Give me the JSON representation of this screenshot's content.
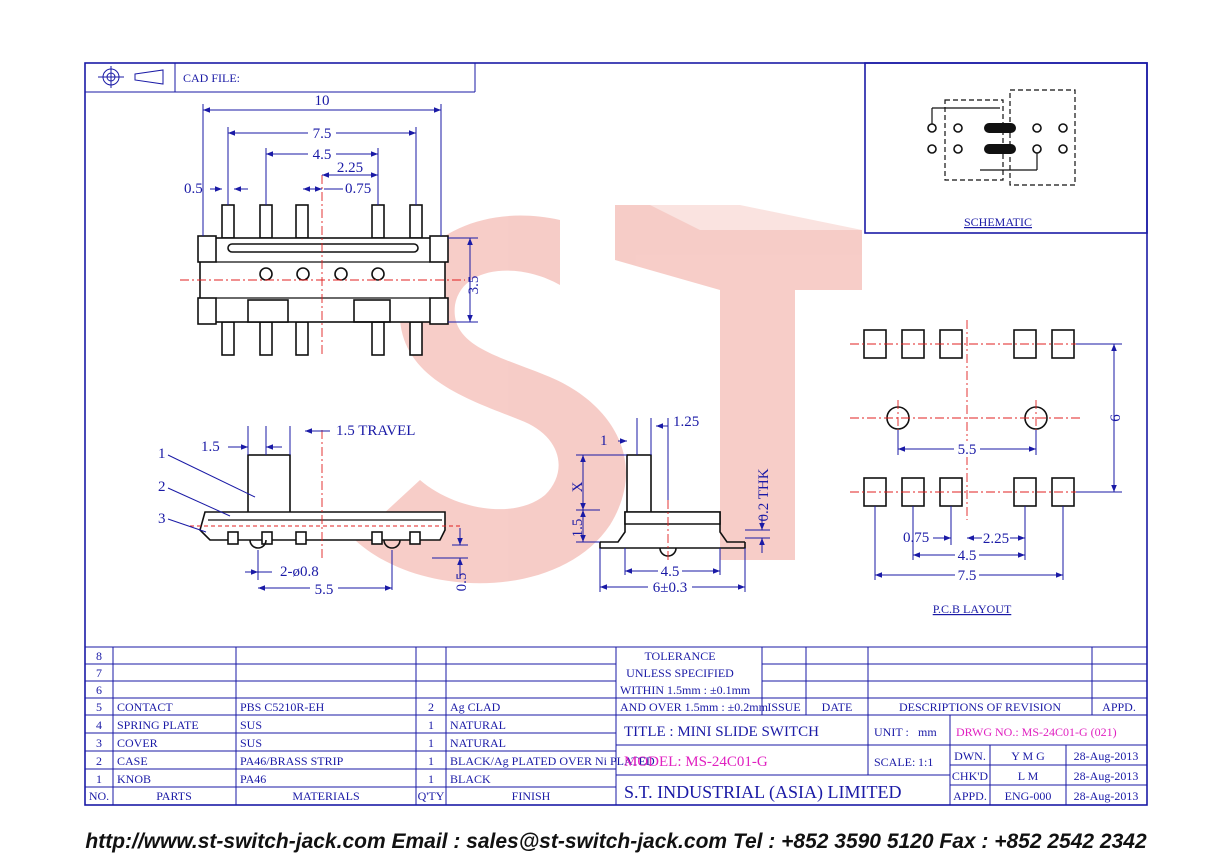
{
  "header": {
    "cad_file_label": "CAD FILE:"
  },
  "watermark": {
    "text": "ST"
  },
  "dimensions": {
    "top_width_10": "10",
    "top_7_5": "7.5",
    "top_4_5": "4.5",
    "top_2_25": "2.25",
    "top_0_75": "0.75",
    "top_0_5": "0.5",
    "top_height_3_5": "3.5",
    "side_1_5": "1.5",
    "side_travel": "1.5  TRAVEL",
    "side_hole": "2-ø0.8",
    "side_5_5": "5.5",
    "side_0_5": "0.5",
    "end_1_25": "1.25",
    "end_1": "1",
    "end_x": "X",
    "end_1_5": "1.5",
    "end_thk": "0.2  THK",
    "end_4_5": "4.5",
    "end_6": "6±0.3",
    "pcb_5_5": "5.5",
    "pcb_6": "6",
    "pcb_0_75": "0.75",
    "pcb_2_25": "2.25",
    "pcb_4_5": "4.5",
    "pcb_7_5": "7.5"
  },
  "callouts": [
    "1",
    "2",
    "3"
  ],
  "labels": {
    "schematic": "SCHEMATIC",
    "pcb_layout": "P.C.B  LAYOUT"
  },
  "bom": {
    "headers": {
      "no": "NO.",
      "parts": "PARTS",
      "materials": "MATERIALS",
      "qty": "Q'TY",
      "finish": "FINISH"
    },
    "rows": [
      {
        "no": "8",
        "part": "",
        "material": "",
        "qty": "",
        "finish": ""
      },
      {
        "no": "7",
        "part": "",
        "material": "",
        "qty": "",
        "finish": ""
      },
      {
        "no": "6",
        "part": "",
        "material": "",
        "qty": "",
        "finish": ""
      },
      {
        "no": "5",
        "part": "CONTACT",
        "material": "PBS C5210R-EH",
        "qty": "2",
        "finish": "Ag CLAD"
      },
      {
        "no": "4",
        "part": "SPRING PLATE",
        "material": "SUS",
        "qty": "1",
        "finish": "NATURAL"
      },
      {
        "no": "3",
        "part": "COVER",
        "material": "SUS",
        "qty": "1",
        "finish": "NATURAL"
      },
      {
        "no": "2",
        "part": "CASE",
        "material": "PA46/BRASS STRIP",
        "qty": "1",
        "finish": "BLACK/Ag PLATED OVER Ni PLATED"
      },
      {
        "no": "1",
        "part": "KNOB",
        "material": "PA46",
        "qty": "1",
        "finish": "BLACK"
      }
    ]
  },
  "tolerance": {
    "line1": "TOLERANCE",
    "line2": "UNLESS   SPECIFIED",
    "line3": "WITHIN  1.5mm : ±0.1mm",
    "line4": "AND OVER 1.5mm : ±0.2mm"
  },
  "revision": {
    "issue": "ISSUE",
    "date": "DATE",
    "desc": "DESCRIPTIONS  OF  REVISION",
    "appd": "APPD."
  },
  "title_block": {
    "title": "TITLE : MINI SLIDE SWITCH",
    "unit_label": "UNIT :",
    "unit_value": "mm",
    "drwg": "DRWG NO.: MS-24C01-G (021)",
    "model": "MODEL: MS-24C01-G",
    "scale_label": "SCALE:",
    "scale_value": "1:1",
    "company": "S.T.  INDUSTRIAL  (ASIA)  LIMITED",
    "dwn_label": "DWN.",
    "dwn_name": "Y M G",
    "dwn_date": "28-Aug-2013",
    "chk_label": "CHK'D",
    "chk_name": "L M",
    "chk_date": "28-Aug-2013",
    "appd_label": "APPD.",
    "appd_name": "ENG-000",
    "appd_date": "28-Aug-2013"
  },
  "colors": {
    "frame": "#1a1aa6",
    "centerline": "#e02020",
    "highlight": "#e020c0",
    "watermark": "#f4b3ab"
  },
  "footer": {
    "text": "http://www.st-switch-jack.com  Email : sales@st-switch-jack.com  Tel : +852 3590 5120  Fax : +852 2542 2342"
  }
}
